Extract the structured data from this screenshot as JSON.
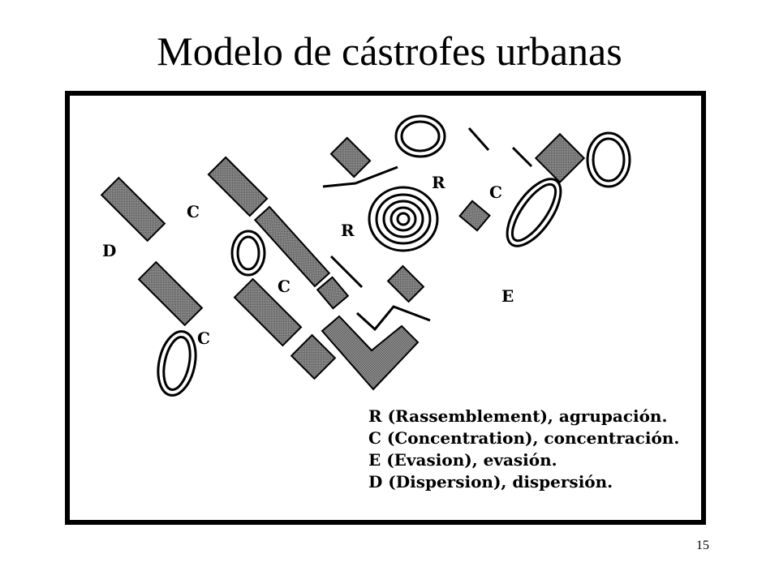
{
  "title": "Modelo de cástrofes urbanas",
  "map_labels": {
    "r1": "R",
    "r2": "R",
    "c1": "C",
    "c2": "C",
    "c3": "C",
    "c4": "C",
    "e1": "E",
    "d1": "D"
  },
  "legend": [
    "R (Rassemblement), agrupación.",
    "C (Concentration), concentración.",
    "E (Evasion), evasión.",
    "D (Dispersion), dispersión."
  ],
  "page_number": "15",
  "colors": {
    "building_fill": "#808080",
    "line": "#000000",
    "background": "#ffffff"
  }
}
